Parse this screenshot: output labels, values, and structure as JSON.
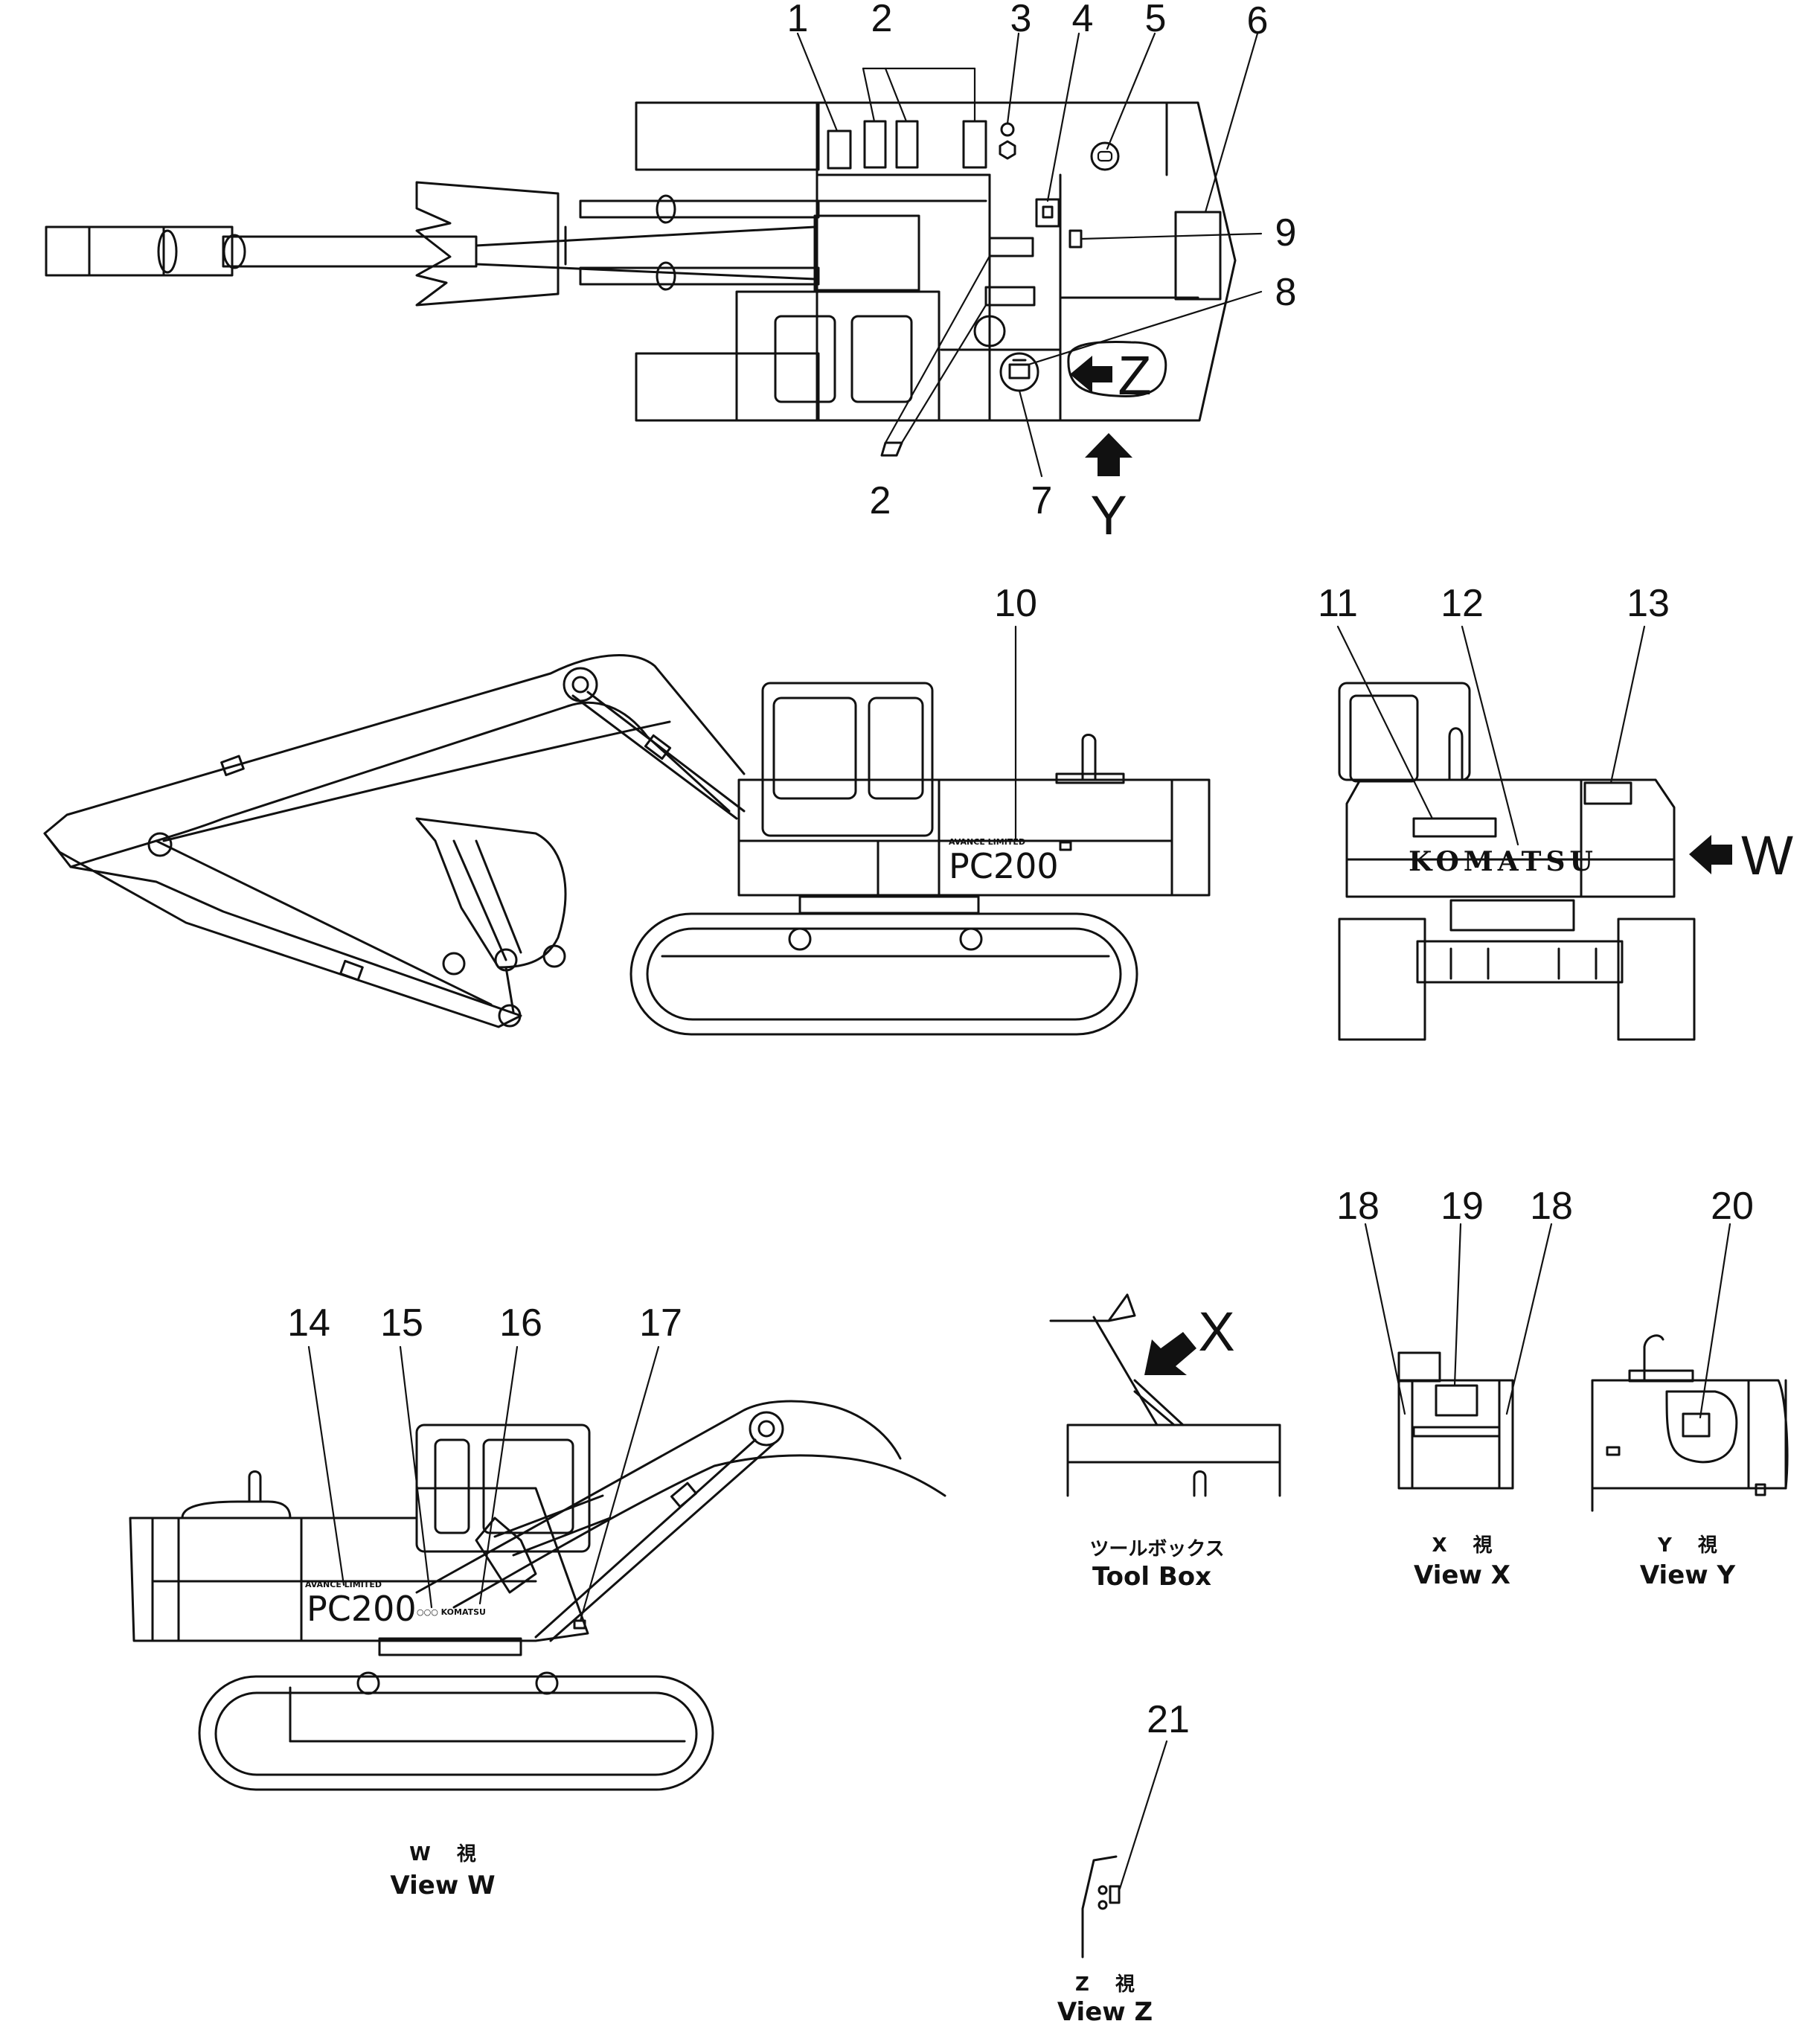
{
  "top_view": {
    "callouts": [
      "1",
      "2",
      "3",
      "4",
      "5",
      "6",
      "9",
      "8",
      "2",
      "7"
    ],
    "arrow_z": "Z",
    "arrow_y": "Y"
  },
  "side_view": {
    "callouts": [
      "10",
      "11",
      "12",
      "13"
    ],
    "model_text": "PC200",
    "brand_text": "KOMATSU",
    "arrow_w": "W"
  },
  "view_w": {
    "callouts": [
      "14",
      "15",
      "16",
      "17"
    ],
    "model_text": "PC200",
    "caption_jp": "W　 視",
    "caption_en": "View  W"
  },
  "tool_box": {
    "arrow_x": "X",
    "caption_jp": "ツールボックス",
    "caption_en": "Tool  Box"
  },
  "view_x": {
    "callouts": [
      "18",
      "19",
      "18"
    ],
    "caption_jp": "X　 視",
    "caption_en": "View  X"
  },
  "view_y": {
    "callouts": [
      "20"
    ],
    "caption_jp": "Y　 視",
    "caption_en": "View  Y"
  },
  "view_z": {
    "callouts": [
      "21"
    ],
    "caption_jp": "Z　 視",
    "caption_en": "View  Z"
  }
}
